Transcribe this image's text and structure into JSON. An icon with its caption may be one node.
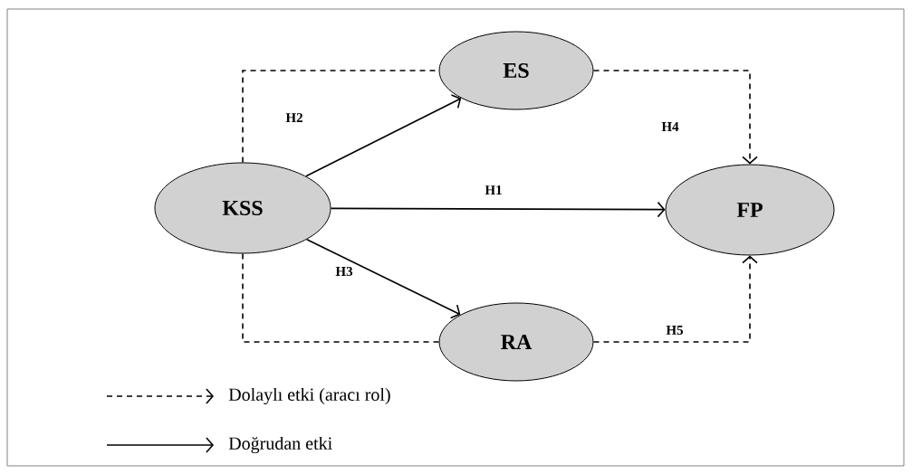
{
  "diagram": {
    "nodes": [
      {
        "text": [
          "KSS"
        ]
      },
      {
        "text": [
          "ES"
        ]
      },
      {
        "text": [
          "FP"
        ]
      },
      {
        "text": [
          "RA"
        ]
      }
    ],
    "edges": [
      {
        "from": 0,
        "to": 2,
        "arrow": "to",
        "label": "H1"
      },
      {
        "from": 0,
        "to": 1,
        "arrow": "to",
        "label": "H2"
      },
      {
        "from": 0,
        "to": 3,
        "arrow": "to",
        "label": "H3"
      },
      {
        "from": 1,
        "to": 2,
        "arrow": "to",
        "label": "H4",
        "style": "dashed"
      },
      {
        "from": 3,
        "to": 2,
        "arrow": "to",
        "label": "H5",
        "style": "dashed"
      },
      {
        "from": 0,
        "to": 1,
        "arrow": "none",
        "style": "dashed"
      },
      {
        "from": 0,
        "to": 3,
        "arrow": "none",
        "style": "dashed"
      }
    ],
    "legend": [
      {
        "text": "Dolaylı etki (aracı rol)"
      },
      {
        "text": "Doğrudan etki"
      }
    ]
  }
}
